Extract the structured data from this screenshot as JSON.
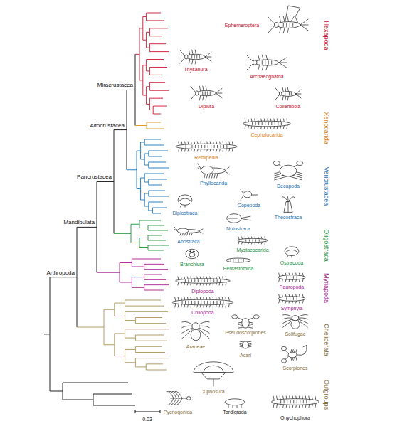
{
  "diagram": {
    "labels": [
      "Ephemeroptera",
      "Hexapoda",
      "Thysanura",
      "Archaeognatha",
      "Diplura",
      "Collembola",
      "Miracrustacea",
      "Cephalocarida",
      "Xenocarida",
      "Remipedia",
      "Altocrustacea",
      "Phyllocarida",
      "Decapoda",
      "Vericrustacea",
      "Pancrustacea",
      "Copepoda",
      "Diplostraca",
      "Thecostraca",
      "Notostraca",
      "Anostraca",
      "Mandibulata",
      "Mystacocarida",
      "Oligostraca",
      "Branchiura",
      "Pentastomida",
      "Ostracoda",
      "Diplopoda",
      "Pauropoda",
      "Myriapoda",
      "Arthropoda",
      "Chilopoda",
      "Symphyla",
      "Araneae",
      "Pseudoscorpiones",
      "Solifugae",
      "Chelicerata",
      "Acari",
      "Scorpiones",
      "Xiphosura",
      "Outgroups",
      "Pycnogonida",
      "Tardigrada",
      "0.03",
      "Onychophora"
    ]
  }
}
